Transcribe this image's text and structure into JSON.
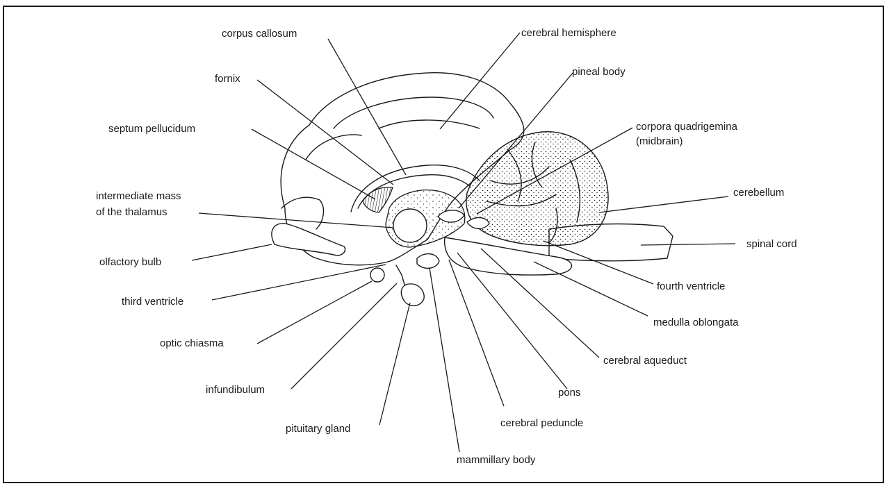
{
  "labels": {
    "corpus_callosum": "corpus callosum",
    "cerebral_hemisphere": "cerebral hemisphere",
    "fornix": "fornix",
    "pineal_body": "pineal body",
    "septum_pellucidum": "septum pellucidum",
    "corpora_quadrigemina_1": "corpora quadrigemina",
    "corpora_quadrigemina_2": "(midbrain)",
    "intermediate_mass_1": "intermediate mass",
    "intermediate_mass_2": "of the thalamus",
    "cerebellum": "cerebellum",
    "olfactory_bulb": "olfactory bulb",
    "spinal_cord": "spinal cord",
    "third_ventricle": "third ventricle",
    "fourth_ventricle": "fourth ventricle",
    "optic_chiasma": "optic chiasma",
    "medulla_oblongata": "medulla oblongata",
    "cerebral_aqueduct": "cerebral aqueduct",
    "infundibulum": "infundibulum",
    "pons": "pons",
    "pituitary_gland": "pituitary gland",
    "cerebral_peduncle": "cerebral peduncle",
    "mammillary_body": "mammillary body"
  },
  "colors": {
    "ink": "#1a1a1a",
    "paper": "#ffffff"
  }
}
